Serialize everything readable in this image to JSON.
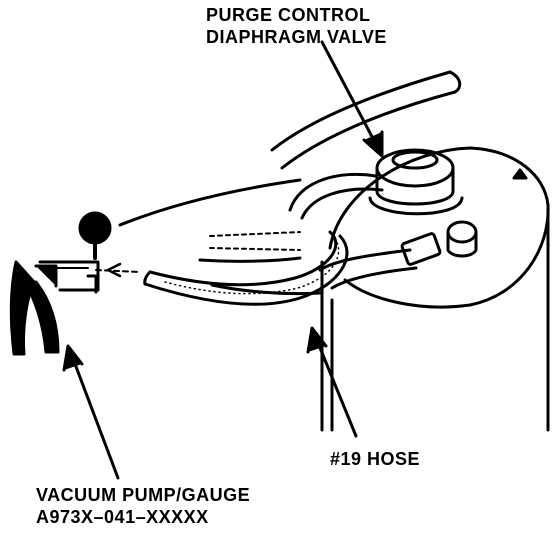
{
  "labels": {
    "purge_valve_line1": "PURGE CONTROL",
    "purge_valve_line2": "DIAPHRAGM VALVE",
    "hose": "#19 HOSE",
    "pump_line1": "VACUUM PUMP/GAUGE",
    "pump_line2": "A973X–041–XXXXX"
  },
  "colors": {
    "ink": "#000000",
    "paper": "#ffffff"
  }
}
